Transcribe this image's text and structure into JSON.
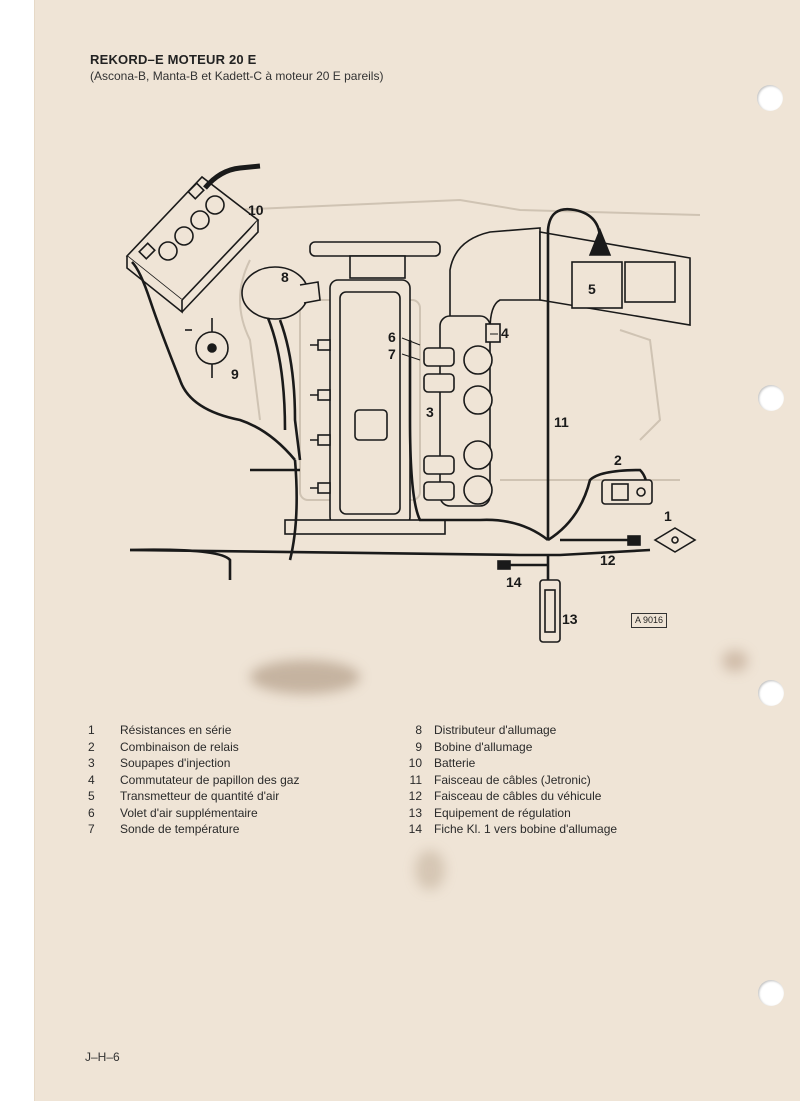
{
  "header": {
    "title": "REKORD–E MOTEUR 20 E",
    "subtitle": "(Ascona-B, Manta-B et Kadett-C à moteur 20 E pareils)"
  },
  "callouts": [
    "1",
    "2",
    "3",
    "4",
    "5",
    "6",
    "7",
    "8",
    "9",
    "10",
    "11",
    "12",
    "13",
    "14"
  ],
  "reference": "A 9016",
  "legend_left": [
    {
      "num": "1",
      "text": "Résistances en série"
    },
    {
      "num": "2",
      "text": "Combinaison de relais"
    },
    {
      "num": "3",
      "text": "Soupapes d'injection"
    },
    {
      "num": "4",
      "text": "Commutateur de papillon des gaz"
    },
    {
      "num": "5",
      "text": "Transmetteur de quantité d'air"
    },
    {
      "num": "6",
      "text": "Volet d'air supplémentaire"
    },
    {
      "num": "7",
      "text": "Sonde de température"
    }
  ],
  "legend_right": [
    {
      "num": "8",
      "text": "Distributeur d'allumage"
    },
    {
      "num": "9",
      "text": "Bobine d'allumage"
    },
    {
      "num": "10",
      "text": "Batterie"
    },
    {
      "num": "11",
      "text": "Faisceau de câbles (Jetronic)"
    },
    {
      "num": "12",
      "text": "Faisceau de câbles du véhicule"
    },
    {
      "num": "13",
      "text": "Equipement de régulation"
    },
    {
      "num": "14",
      "text": "Fiche Kl. 1 vers bobine d'allumage"
    }
  ],
  "footer": "J–H–6",
  "colors": {
    "paper": "#efe4d6",
    "ink": "#1a1a1a",
    "faint": "#cfc3b3"
  }
}
